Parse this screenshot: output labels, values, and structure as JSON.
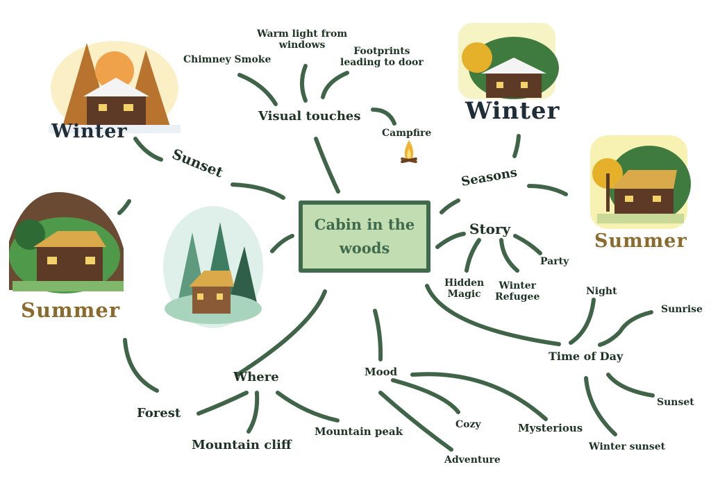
{
  "center": {
    "line1": "Cabin in the",
    "line2": "woods"
  },
  "branches": {
    "visual_touches": {
      "label": "Visual touches",
      "children": [
        "Chimney Smoke",
        "Warm light from windows",
        "Footprints leading to door",
        "Campfire"
      ]
    },
    "sunset": {
      "label": "Sunset"
    },
    "seasons": {
      "label": "Seasons"
    },
    "story": {
      "label": "Story",
      "children": [
        "Hidden Magic",
        "Winter Refugee",
        "Party"
      ]
    },
    "time_of_day": {
      "label": "Time of Day",
      "children": [
        "Night",
        "Sunrise",
        "Sunset",
        "Winter sunset"
      ]
    },
    "mood": {
      "label": "Mood",
      "children": [
        "Cozy",
        "Adventure",
        "Mysterious"
      ]
    },
    "where": {
      "label": "Where",
      "children": [
        "Forest",
        "Mountain cliff",
        "Mountain peak"
      ]
    }
  },
  "multiline": {
    "warm_light": [
      "Warm light from",
      "windows"
    ],
    "footprints": [
      "Footprints",
      "leading to door"
    ],
    "hidden_magic": [
      "Hidden",
      "Magic"
    ],
    "winter_refugee": [
      "Winter",
      "Refugee"
    ]
  },
  "illustrations": {
    "top_left": "Winter",
    "top_right": "Winter",
    "right": "Summer",
    "left": "Summer"
  },
  "colors": {
    "line": "#3f6448",
    "center_fill": "#c3ddb2",
    "center_border": "#3f6b4c",
    "winter_text": "#1f2d36",
    "summer_text": "#8a6b2d"
  }
}
